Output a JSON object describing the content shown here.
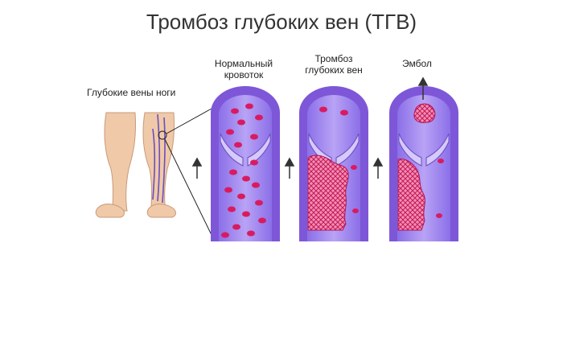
{
  "title": "Тромбоз глубоких вен (ТГВ)",
  "labels": {
    "legs": "Глубокие вены ноги",
    "normal": "Нормальный кровоток",
    "dvt": "Тромбоз глубоких вен",
    "embolus": "Эмбол"
  },
  "colors": {
    "vein_wall": "#7e57d8",
    "vein_lumen": "#a88ff0",
    "blood_cell": "#d81b60",
    "clot": "#e91e63",
    "skin": "#f0c9a8"
  }
}
